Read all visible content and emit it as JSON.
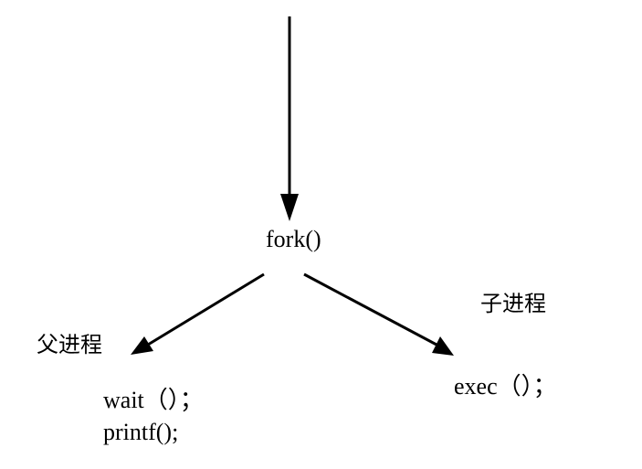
{
  "diagram": {
    "fork_call": "fork()",
    "parent": {
      "label": "父进程",
      "code_line_1": "wait（）；",
      "code_line_2": "printf();"
    },
    "child": {
      "label": "子进程",
      "code_line_1": "exec（）；"
    },
    "stroke_color": "#000000"
  }
}
